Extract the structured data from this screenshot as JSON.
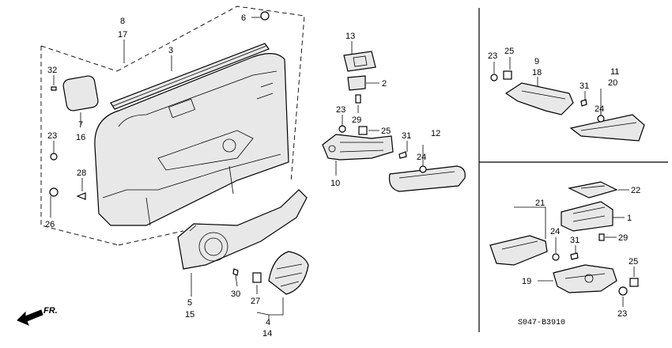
{
  "diagram": {
    "callouts": {
      "c8": "8",
      "c17": "17",
      "c3": "3",
      "c6": "6",
      "c32": "32",
      "c7": "7",
      "c16": "16",
      "c23a": "23",
      "c28": "28",
      "c26": "26",
      "c13": "13",
      "c2": "2",
      "c23b": "23",
      "c29a": "29",
      "c25a": "25",
      "c31a": "31",
      "c12": "12",
      "c24a": "24",
      "c10": "10",
      "c5": "5",
      "c15": "15",
      "c30": "30",
      "c27": "27",
      "c4": "4",
      "c14": "14",
      "c23c": "23",
      "c25b": "25",
      "c9": "9",
      "c18": "18",
      "c31b": "31",
      "c11": "11",
      "c20": "20",
      "c24b": "24",
      "c22": "22",
      "c21": "21",
      "c1": "1",
      "c24c": "24",
      "c31c": "31",
      "c29b": "29",
      "c25c": "25",
      "c19": "19",
      "c23d": "23"
    },
    "direction_label": "FR.",
    "diagram_code": "S047-B3910"
  }
}
